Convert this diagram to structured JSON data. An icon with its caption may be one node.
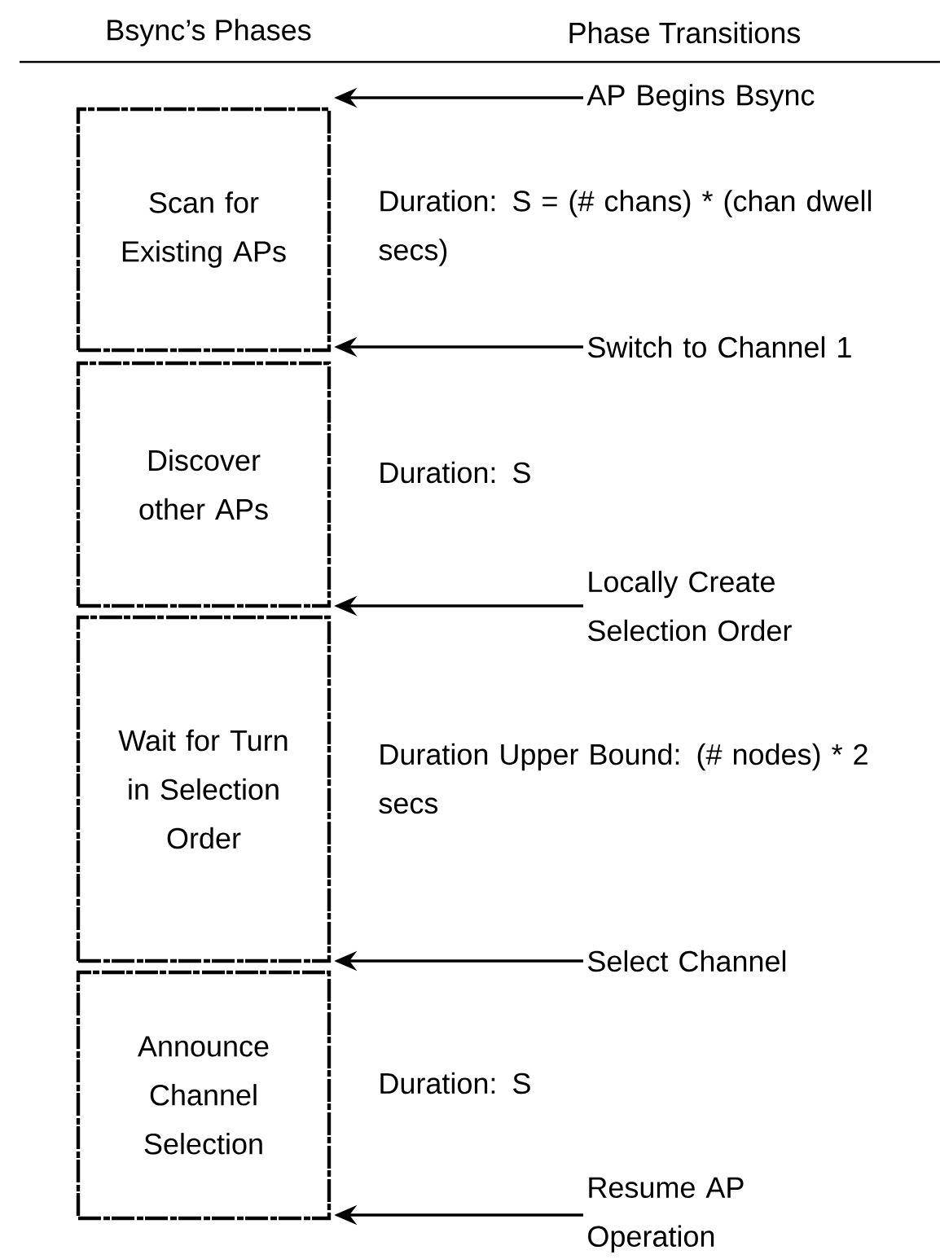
{
  "diagram": {
    "nodes": [
      {
        "text": [
          "Scan for Existing APs"
        ],
        "beside": [
          "Duration: S = (# chans) * (chan dwell secs)"
        ]
      },
      {
        "text": [
          "Discover other APs"
        ],
        "beside": [
          "Duration: S"
        ]
      },
      {
        "text": [
          "Wait for Turn in Selection Order"
        ],
        "beside": [
          "Duration Upper Bound: (# nodes) * 2 secs"
        ]
      },
      {
        "text": [
          "Announce Channel Selection"
        ],
        "beside": [
          "Duration: S"
        ]
      },
      {
        "text": [
          "AP Begins Bsync"
        ]
      },
      {
        "text": [
          "Switch to Channel 1"
        ]
      },
      {
        "text": [
          "Locally Create Selection Order"
        ]
      },
      {
        "text": [
          "Select Channel"
        ]
      },
      {
        "text": [
          "Resume AP Operation"
        ]
      }
    ],
    "edges": [
      {
        "from": 4,
        "to": 0,
        "arrow": "to"
      },
      {
        "from": 5,
        "to": 1,
        "arrow": "to"
      },
      {
        "from": 6,
        "to": 2,
        "arrow": "to"
      },
      {
        "from": 7,
        "to": 3,
        "arrow": "to"
      },
      {
        "from": 8,
        "to": 3,
        "arrow": "to"
      }
    ],
    "labels": [
      "Bsync’s Phases",
      "Phase Transitions"
    ]
  }
}
